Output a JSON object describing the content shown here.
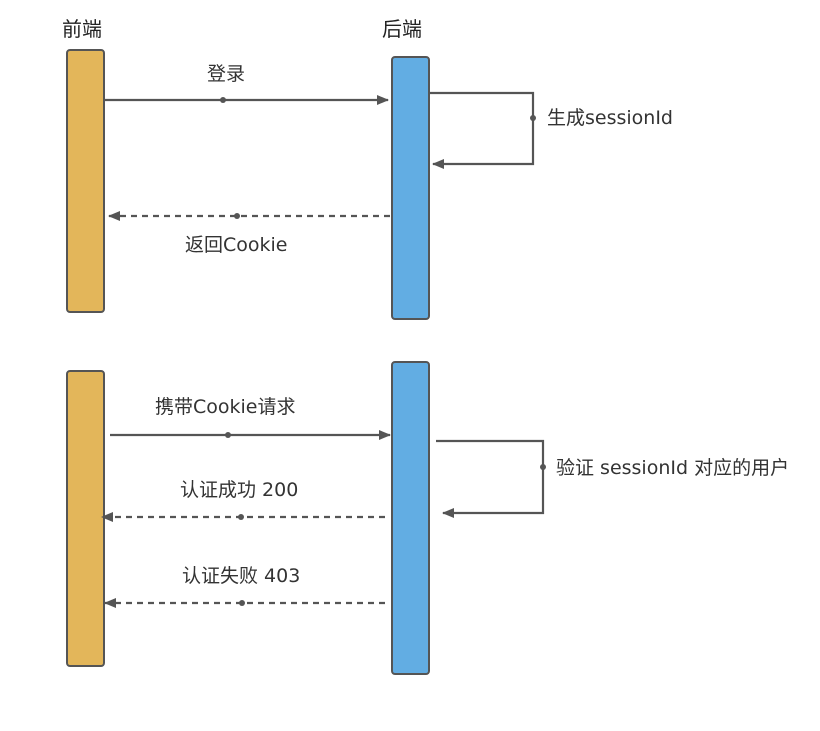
{
  "headers": {
    "frontend": "前端",
    "backend": "后端"
  },
  "colors": {
    "frontend_bar": "#E3B65A",
    "backend_bar": "#62ADE3",
    "bar_stroke": "#555555",
    "line": "#555555"
  },
  "diagram1": {
    "login": "登录",
    "generate_session": "生成sessionId",
    "return_cookie": "返回Cookie"
  },
  "diagram2": {
    "request_with_cookie": "携带Cookie请求",
    "verify_session_user": "验证 sessionId 对应的用户",
    "auth_success": "认证成功 200",
    "auth_fail": "认证失败 403"
  }
}
